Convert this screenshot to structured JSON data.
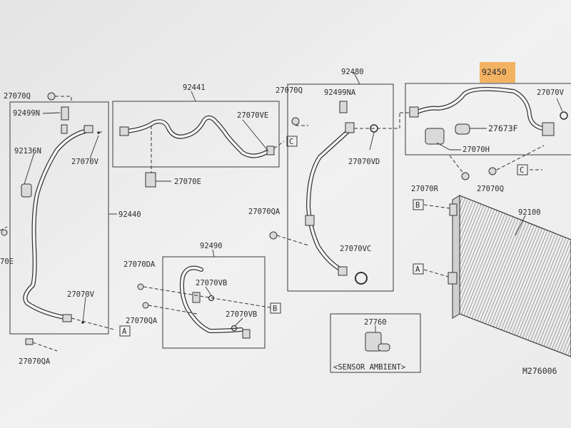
{
  "diagram_id": "M276006",
  "sensor_caption": "<SENSOR AMBIENT>",
  "labels": {
    "p27070Q_top_left": "27070Q",
    "p92499N": "92499N",
    "p92136N": "92136N",
    "p27070V_left": "27070V",
    "p92440": "92440",
    "p27070E_edge": "70E",
    "p27070V_lower": "27070V",
    "p27070QA_bottom": "27070QA",
    "p92441": "92441",
    "p27070VE": "27070VE",
    "p27070E": "27070E",
    "p27070Q_mid": "27070Q",
    "p92480": "92480",
    "p92499NA": "92499NA",
    "p27070VD": "27070VD",
    "p27070QA_mid": "27070QA",
    "p27070VC": "27070VC",
    "p92490": "92490",
    "p27070DA": "27070DA",
    "p27070VB_1": "27070VB",
    "p27070VB_2": "27070VB",
    "p27070QA_lower": "27070QA",
    "p92450": "92450",
    "p27070V_right": "27070V",
    "p27673F": "27673F",
    "p27070H": "27070H",
    "p27070R": "27070R",
    "p27070Q_right": "27070Q",
    "p92100": "92100",
    "p27760": "27760"
  },
  "refs": {
    "c1": "C",
    "c2": "C",
    "b1": "B",
    "b2": "B",
    "a1": "A",
    "a2": "A"
  }
}
